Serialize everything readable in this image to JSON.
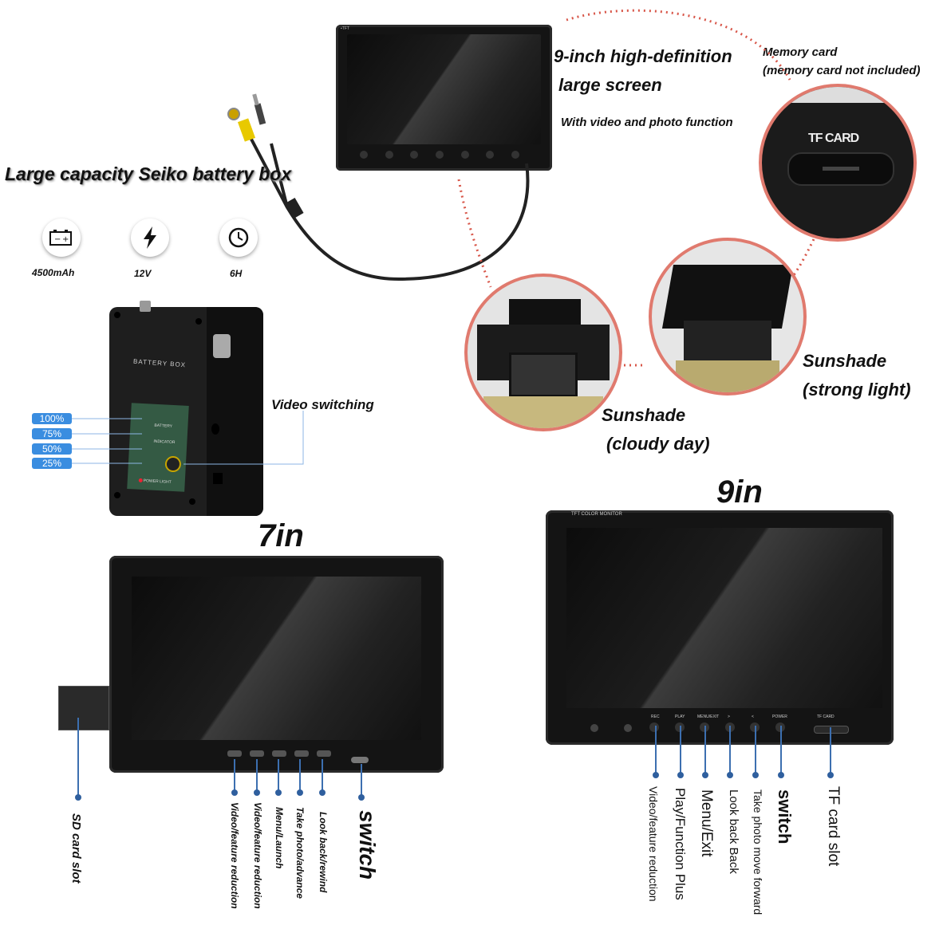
{
  "top": {
    "screen_title_line1": "9-inch high-definition",
    "screen_title_line2": "large screen",
    "screen_subtitle": "With video and photo function",
    "memory_card_line1": "Memory card",
    "memory_card_line2": "(memory card not included)",
    "tf_card_label": "TF CARD",
    "battery_title": "Large capacity Seiko battery box"
  },
  "specs": [
    {
      "icon": "battery-icon",
      "label": "4500mAh"
    },
    {
      "icon": "lightning-icon",
      "label": "12V"
    },
    {
      "icon": "clock-icon",
      "label": "6H"
    }
  ],
  "battery_box": {
    "title": "BATTERY BOX",
    "indicator_label_1": "BATTERY",
    "indicator_label_2": "INDICATOR",
    "power_light": "POWER LIGHT",
    "levels": [
      "100%",
      "75%",
      "50%",
      "25%"
    ],
    "video_switching": "Video switching"
  },
  "sunshade": {
    "strong_line1": "Sunshade",
    "strong_line2": "(strong light)",
    "cloudy_line1": "Sunshade",
    "cloudy_line2": "(cloudy day)"
  },
  "monitor7": {
    "size_label": "7in",
    "labels": [
      "SD card slot",
      "Video/feature reduction",
      "Video/feature reduction",
      "Menu/Launch",
      "Take photo/advance",
      "Look back/rewind",
      "switch"
    ]
  },
  "monitor9": {
    "size_label": "9in",
    "brand": "TFT COLOR MONITOR",
    "buttons": [
      "REC",
      "PLAY",
      "MENU/EXIT",
      ">",
      "<",
      "POWER",
      "TF CARD"
    ],
    "labels": [
      "Video/feature reduction",
      "Play/Function Plus",
      "Menu/Exit",
      "Look back Back",
      "Take photo move forward",
      "switch",
      "TF card slot"
    ]
  },
  "colors": {
    "accent_red": "#e07a6e",
    "badge_blue": "#3a8de0",
    "pin_blue": "#3c6fb0"
  }
}
